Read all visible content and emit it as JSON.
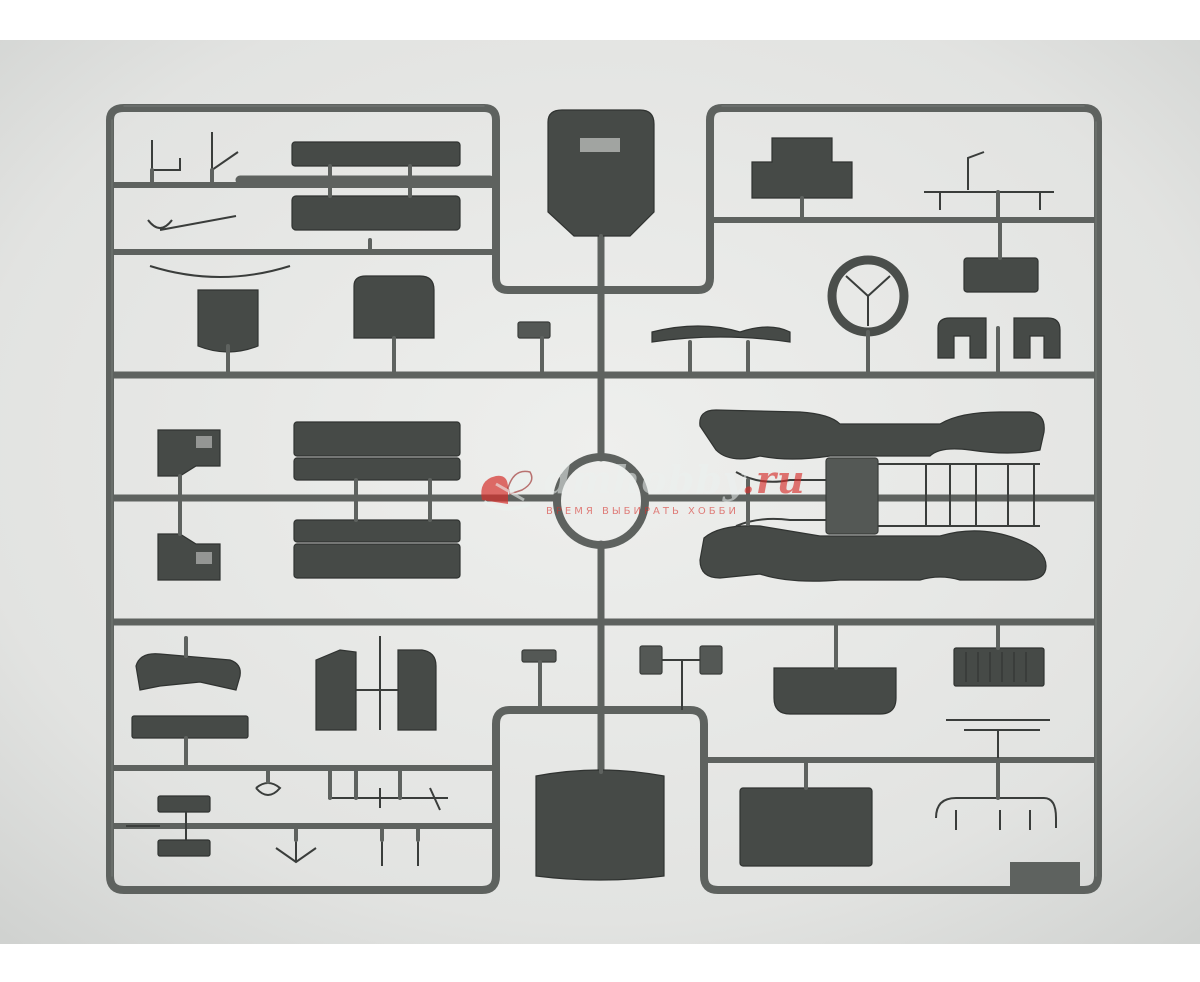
{
  "photo": {
    "subject": "model-kit-sprue",
    "background_color": "#ffffff",
    "backdrop_color": "#e6e7e5",
    "plastic_color": "#5e625f",
    "part_color": "#545855"
  },
  "watermark": {
    "brand": "dmhobby",
    "tld": ".ru",
    "tagline": "ВРЕМЯ ВЫБИРАТЬ ХОББИ",
    "accent_color": "#d6302c",
    "logo": "gift-bow-logo-icon"
  }
}
